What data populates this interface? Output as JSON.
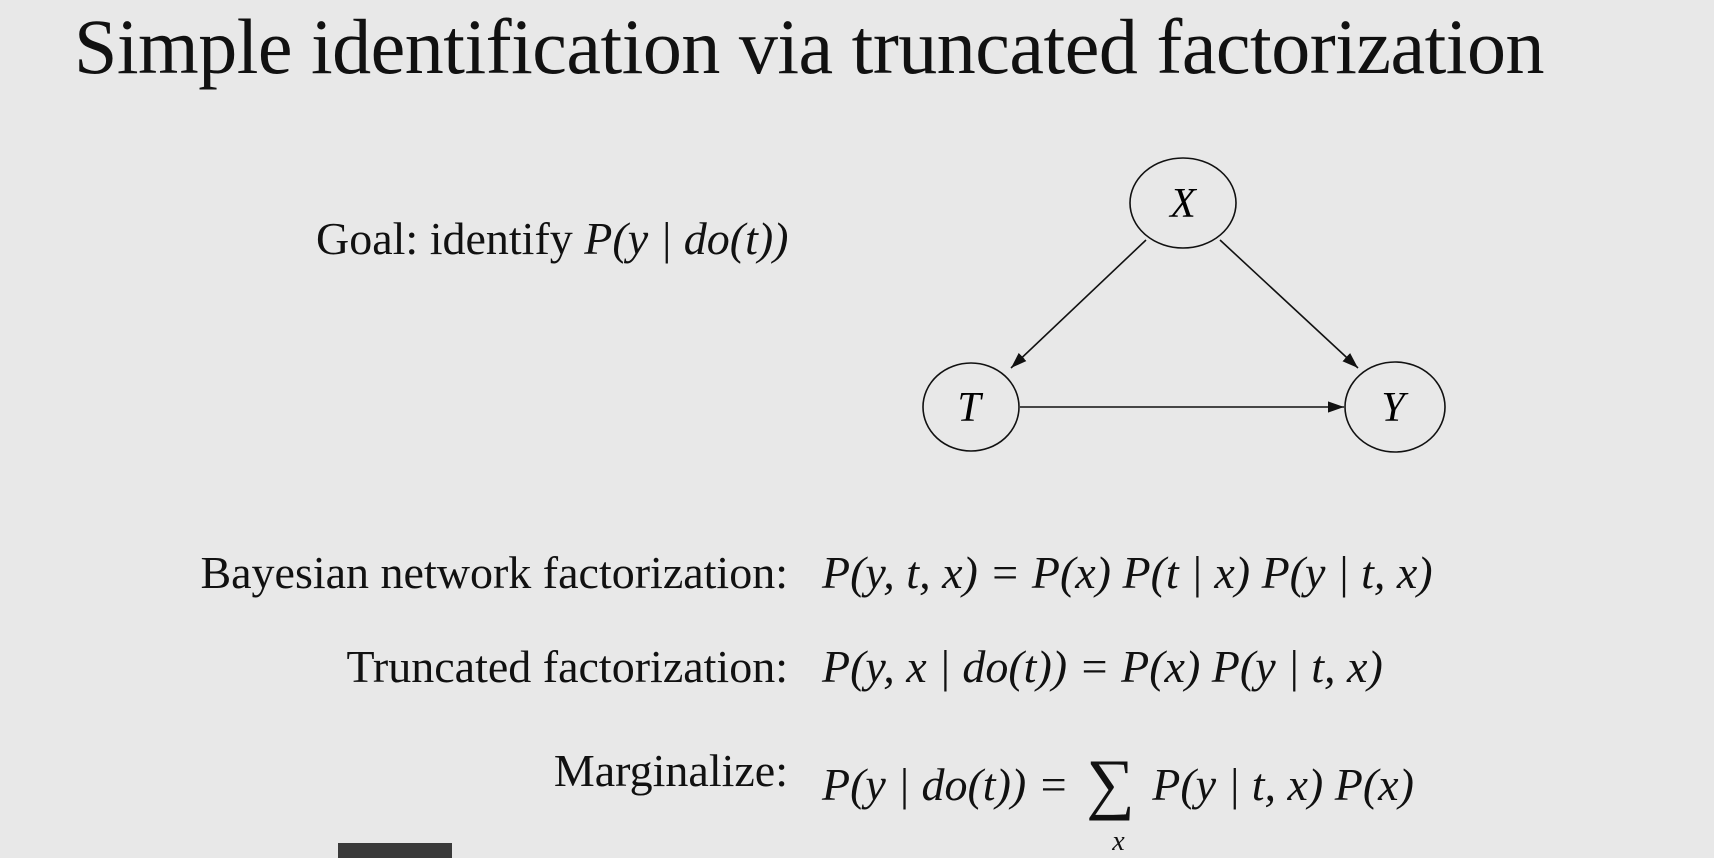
{
  "slide": {
    "title": "Simple identification via truncated factorization",
    "goal": {
      "label": "Goal: identify ",
      "expression": "P(y | do(t))"
    },
    "graph": {
      "nodes": [
        {
          "id": "X",
          "label": "X"
        },
        {
          "id": "T",
          "label": "T"
        },
        {
          "id": "Y",
          "label": "Y"
        }
      ],
      "edges": [
        {
          "from": "X",
          "to": "T"
        },
        {
          "from": "X",
          "to": "Y"
        },
        {
          "from": "T",
          "to": "Y"
        }
      ]
    },
    "equations": [
      {
        "label": "Bayesian network factorization:",
        "expression": "P(y, t, x) = P(x) P(t | x) P(y | t, x)"
      },
      {
        "label": "Truncated factorization:",
        "expression": "P(y, x | do(t)) = P(x) P(y | t, x)"
      },
      {
        "label": "Marginalize:",
        "lhs": "P(y | do(t)) =",
        "sum_symbol": "∑",
        "sum_index": "x",
        "rhs": "P(y | t, x) P(x)"
      }
    ],
    "colors": {
      "background": "#e8e8e8",
      "ink": "#111111",
      "footer_bar": "#3a3a3a"
    }
  }
}
